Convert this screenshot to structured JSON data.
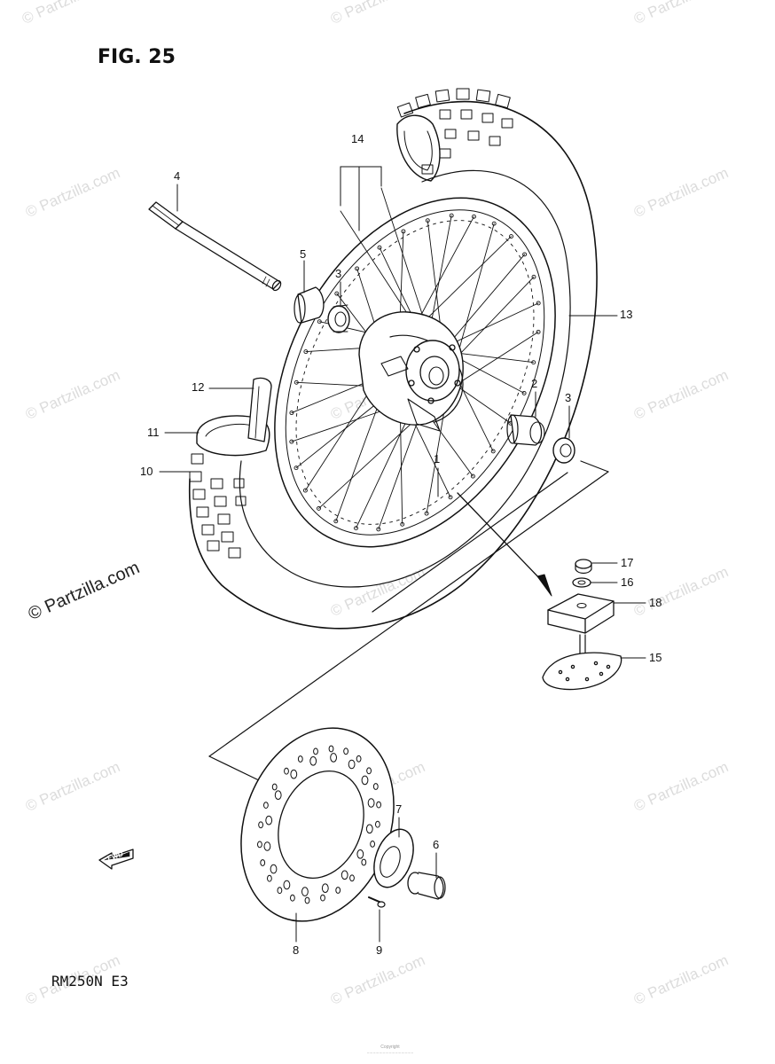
{
  "figure": {
    "title": "FIG. 25",
    "model": "RM250N E3"
  },
  "watermark": {
    "text": "© Partzilla.com"
  },
  "footer": {
    "copyright_lines": [
      "Copyright",
      "......................................"
    ]
  },
  "callouts": [
    {
      "id": "14",
      "label": "14"
    },
    {
      "id": "4",
      "label": "4"
    },
    {
      "id": "5",
      "label": "5"
    },
    {
      "id": "3a",
      "label": "3"
    },
    {
      "id": "13",
      "label": "13"
    },
    {
      "id": "12",
      "label": "12"
    },
    {
      "id": "2",
      "label": "2"
    },
    {
      "id": "3b",
      "label": "3"
    },
    {
      "id": "11",
      "label": "11"
    },
    {
      "id": "1",
      "label": "1"
    },
    {
      "id": "10",
      "label": "10"
    },
    {
      "id": "17",
      "label": "17"
    },
    {
      "id": "16",
      "label": "16"
    },
    {
      "id": "18",
      "label": "18"
    },
    {
      "id": "15",
      "label": "15"
    },
    {
      "id": "7",
      "label": "7"
    },
    {
      "id": "6",
      "label": "6"
    },
    {
      "id": "8",
      "label": "8"
    },
    {
      "id": "9",
      "label": "9"
    }
  ],
  "fwd_arrow": {
    "label": "FWD",
    "icon": "fwd-arrow-icon"
  }
}
